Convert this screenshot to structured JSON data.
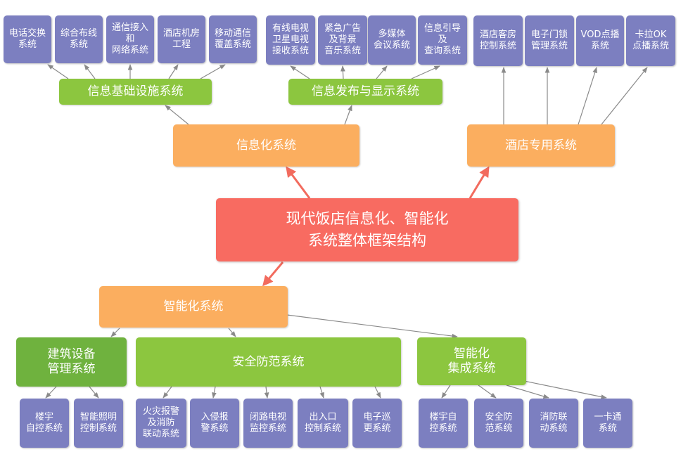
{
  "root": {
    "label": "现代饭店信息化、智能化\n系统整体框架结构"
  },
  "level1": {
    "info": "信息化系统",
    "hotel": "酒店专用系统",
    "smart": "智能化系统"
  },
  "level2": {
    "infra": "信息基础设施系统",
    "publish": "信息发布与显示系统",
    "building": "建筑设备\n管理系统",
    "security": "安全防范系统",
    "integration": "智能化\n集成系统"
  },
  "leaves": {
    "infra": [
      "电话交换\n系统",
      "综合布线\n系统",
      "通信接入\n和\n网络系统",
      "酒店机房\n工程",
      "移动通信\n覆盖系统"
    ],
    "publish": [
      "有线电视\n卫星电视\n接收系统",
      "紧急广告\n及背景\n音乐系统",
      "多媒体\n会议系统",
      "信息引导\n及\n查询系统"
    ],
    "hotel": [
      "酒店客房\n控制系统",
      "电子门锁\n管理系统",
      "VOD点播\n系统",
      "卡拉OK\n点播系统"
    ],
    "building": [
      "楼宇\n自控系统",
      "智能照明\n控制系统"
    ],
    "security": [
      "火灾报警\n及消防\n联动系统",
      "入侵报\n警系统",
      "闭路电视\n监控系统",
      "出入口\n控制系统",
      "电子巡\n更系统"
    ],
    "integration": [
      "楼宇自\n控系统",
      "安全防\n范系统",
      "消防联\n动系统",
      "一卡通\n系统"
    ]
  },
  "colors": {
    "leaf": "#7c7fc0",
    "green": "#8cc63f",
    "green_dark": "#6fb23e",
    "orange": "#fbae5f",
    "red": "#f86b61",
    "connector": "#8a8a8a",
    "arrow_red": "#f26b5e"
  }
}
